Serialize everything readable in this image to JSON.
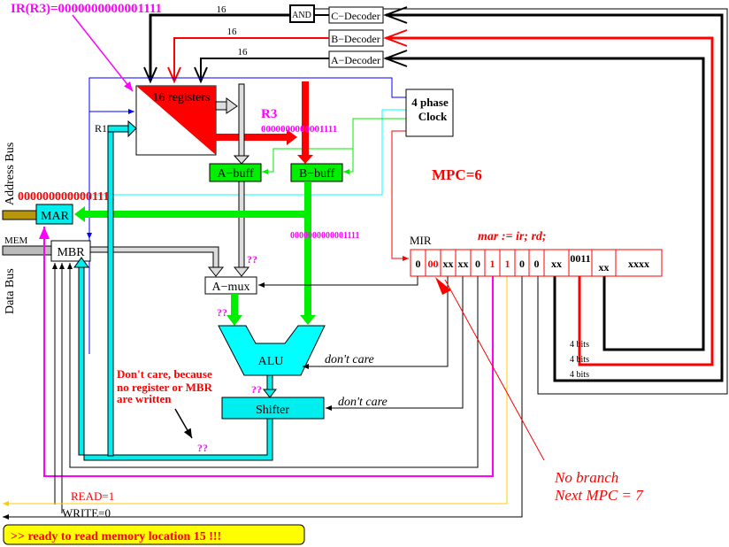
{
  "annotations": {
    "ir_r3": "IR(R3)=0000000000001111",
    "r3_label": "R3",
    "r3_value": "0000000000001111",
    "mpc": "MPC=6",
    "mar_value": "0000000000001111",
    "b_bus_value": "0000000000001111",
    "micro_instruction": "mar := ir; rd;",
    "unknown_amux": "??",
    "unknown_alu_in": "??",
    "unknown_shifter_in": "??",
    "unknown_result": "??",
    "alu_dont_care": "don't care",
    "shifter_dont_care": "don't care",
    "dont_care_note": [
      "Don't care, because",
      "no register or MBR",
      "are written"
    ],
    "no_branch": "No branch",
    "next_mpc": "Next MPC = 7",
    "read": "READ=1",
    "write": "WRITE=0",
    "status": ">> ready to read memory location 15 !!!"
  },
  "components": {
    "and": "AND",
    "c_decoder": "C−Decoder",
    "b_decoder": "B−Decoder",
    "a_decoder": "A−Decoder",
    "bus_width_c": "16",
    "bus_width_b": "16",
    "bus_width_a": "16",
    "registers": "16 registers",
    "r1": "R1",
    "clock": [
      "4 phase",
      "Clock"
    ],
    "a_buff": "A−buff",
    "b_buff": "B−buff",
    "mar": "MAR",
    "mbr": "MBR",
    "mem": "MEM",
    "address_bus": "Address Bus",
    "data_bus": "Data Bus",
    "a_mux": "A−mux",
    "alu": "ALU",
    "shifter": "Shifter",
    "mir": "MIR",
    "mir_fields": [
      "0",
      "00",
      "xx",
      "xx",
      "0",
      "1",
      "1",
      "0",
      "0",
      "xx",
      "0011",
      "xx",
      "xxxx"
    ],
    "bits_a": "4 bits",
    "bits_b": "4 bits",
    "bits_c": "4 bits"
  },
  "colors": {
    "red": "#ff0000",
    "magenta": "#ff00ff",
    "cyan": "#00e5e5",
    "green": "#00ee00",
    "gray": "#d8d8d8",
    "yellow": "#ffff00",
    "address_bus": "#b8960c"
  }
}
